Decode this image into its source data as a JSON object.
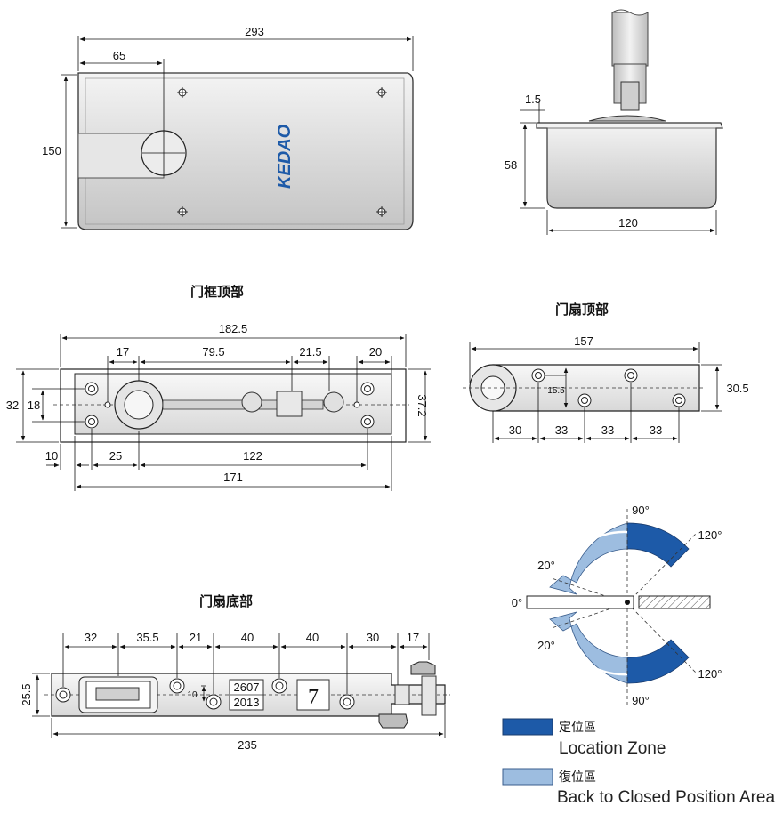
{
  "brand": "KEDAO",
  "views": {
    "top_plan": {
      "width": "293",
      "offset": "65",
      "height": "150"
    },
    "side": {
      "flange": "1.5",
      "depth": "58",
      "width": "120"
    },
    "frame_top": {
      "title": "门框顶部",
      "overall": "182.5",
      "d17": "17",
      "d79_5": "79.5",
      "d21_5": "21.5",
      "d20": "20",
      "h32": "32",
      "h18": "18",
      "h37_2": "37.2",
      "d10": "10",
      "d25": "25",
      "d122": "122",
      "d171": "171"
    },
    "leaf_top": {
      "title": "门扇顶部",
      "overall": "157",
      "h30_5": "30.5",
      "off15_5": "15.5",
      "p30": "30",
      "p33a": "33",
      "p33b": "33",
      "p33c": "33"
    },
    "leaf_bottom": {
      "title": "门扇底部",
      "d32": "32",
      "d35_5": "35.5",
      "d21": "21",
      "d40a": "40",
      "d40b": "40",
      "d30": "30",
      "d17": "17",
      "h25_5": "25.5",
      "d10": "10",
      "stamp1": "2607",
      "stamp2": "2013",
      "digit": "7",
      "overall": "235"
    }
  },
  "angles": {
    "a90_top": "90°",
    "a120_top": "120°",
    "a20_top": "20°",
    "a0": "0°",
    "a20_bot": "20°",
    "a120_bot": "120°",
    "a90_bot": "90°"
  },
  "legend": [
    {
      "color": "#1d5aa8",
      "cn": "定位區",
      "en": "Location Zone"
    },
    {
      "color": "#9dbde0",
      "cn": "復位區",
      "en": "Back to Closed Position Area"
    }
  ]
}
